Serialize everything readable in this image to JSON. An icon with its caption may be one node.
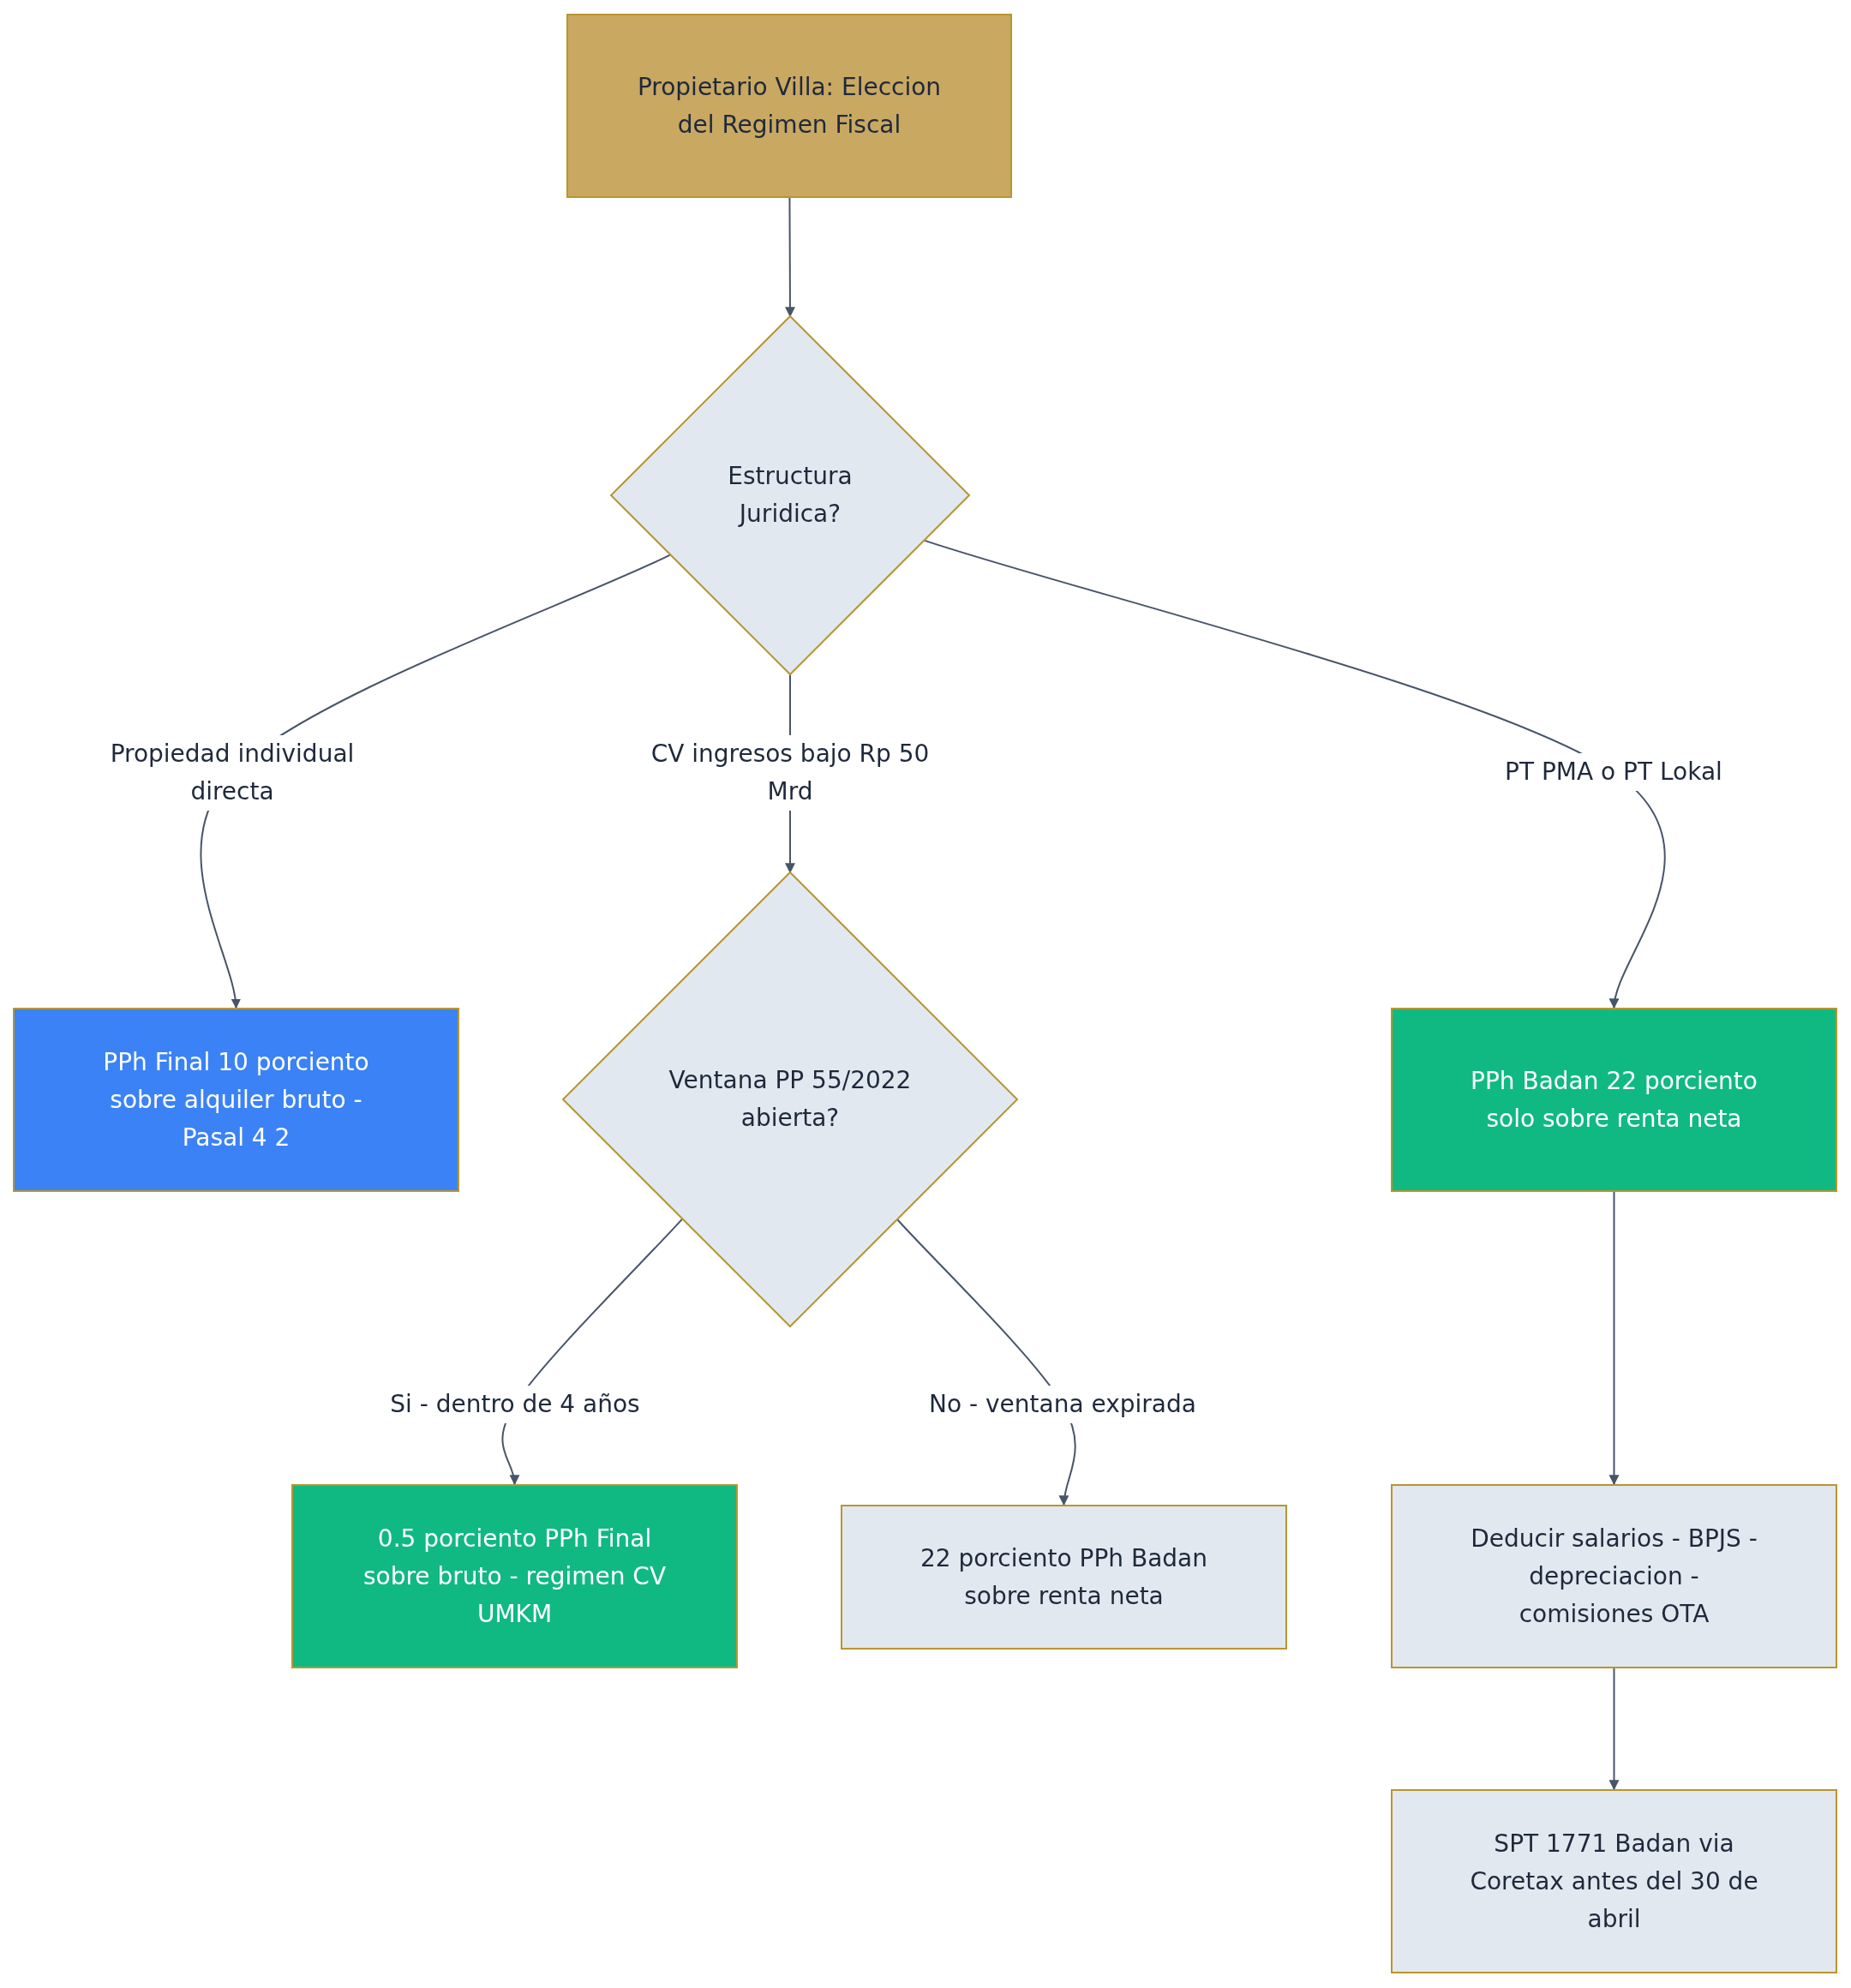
{
  "diagram": {
    "nodes": [
      {
        "text": [
          "Propietario Villa: Eleccion del Regimen Fiscal"
        ]
      },
      {
        "text": [
          "Estructura Juridica?"
        ]
      },
      {
        "text": [
          "PPh Final 10 porciento sobre alquiler bruto - Pasal 4 2"
        ]
      },
      {
        "text": [
          "Ventana PP 55/2022 abierta?"
        ]
      },
      {
        "text": [
          "PPh Badan 22 porciento solo sobre renta neta"
        ]
      },
      {
        "text": [
          "0.5 porciento PPh Final sobre bruto - regimen CV UMKM"
        ]
      },
      {
        "text": [
          "22 porciento PPh Badan sobre renta neta"
        ]
      },
      {
        "text": [
          "Deducir salarios - BPJS - depreciacion - comisiones OTA"
        ]
      },
      {
        "text": [
          "SPT 1771 Badan via Coretax antes del 30 de abril"
        ]
      }
    ],
    "edges": [
      {
        "from": 0,
        "to": 1,
        "arrow": "to"
      },
      {
        "from": 1,
        "to": 2,
        "arrow": "to",
        "label": "Propiedad individual directa"
      },
      {
        "from": 1,
        "to": 3,
        "arrow": "to",
        "label": "CV ingresos bajo Rp 50 Mrd"
      },
      {
        "from": 1,
        "to": 4,
        "arrow": "to",
        "label": "PT PMA o PT Lokal"
      },
      {
        "from": 3,
        "to": 5,
        "arrow": "to",
        "label": "Si - dentro de 4 años"
      },
      {
        "from": 3,
        "to": 6,
        "arrow": "to",
        "label": "No - ventana expirada"
      },
      {
        "from": 4,
        "to": 7,
        "arrow": "to"
      },
      {
        "from": 7,
        "to": 8,
        "arrow": "to"
      }
    ]
  }
}
